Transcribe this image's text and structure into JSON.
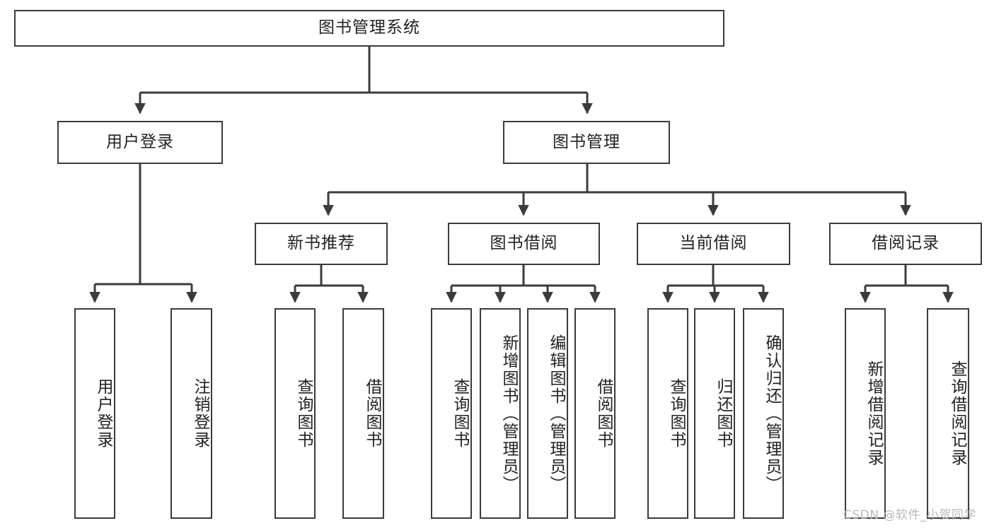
{
  "diagram": {
    "type": "tree-hierarchy-diagram",
    "title_node": {
      "id": "root",
      "label": "图书管理系统"
    },
    "level2": [
      {
        "id": "user-login",
        "label": "用户登录"
      },
      {
        "id": "book-manage",
        "label": "图书管理"
      }
    ],
    "level3": [
      {
        "id": "new-book-rec",
        "label": "新书推荐",
        "parent": "book-manage"
      },
      {
        "id": "book-borrow",
        "label": "图书借阅",
        "parent": "book-manage"
      },
      {
        "id": "current-borrow",
        "label": "当前借阅",
        "parent": "book-manage"
      },
      {
        "id": "borrow-record",
        "label": "借阅记录",
        "parent": "book-manage"
      }
    ],
    "leaves": [
      {
        "id": "leaf-1",
        "label": "用户登录",
        "parent": "user-login"
      },
      {
        "id": "leaf-2",
        "label": "注销登录",
        "parent": "user-login"
      },
      {
        "id": "leaf-3",
        "label": "查询图书",
        "parent": "new-book-rec"
      },
      {
        "id": "leaf-4",
        "label": "借阅图书",
        "parent": "new-book-rec"
      },
      {
        "id": "leaf-5",
        "label": "查询图书",
        "parent": "book-borrow"
      },
      {
        "id": "leaf-6",
        "label": "新增图书（管理员）",
        "parent": "book-borrow"
      },
      {
        "id": "leaf-7",
        "label": "编辑图书（管理员）",
        "parent": "book-borrow"
      },
      {
        "id": "leaf-8",
        "label": "借阅图书",
        "parent": "book-borrow"
      },
      {
        "id": "leaf-9",
        "label": "查询图书",
        "parent": "current-borrow"
      },
      {
        "id": "leaf-10",
        "label": "归还图书",
        "parent": "current-borrow"
      },
      {
        "id": "leaf-11",
        "label": "确认归还（管理员）",
        "parent": "current-borrow"
      },
      {
        "id": "leaf-12",
        "label": "新增借阅记录",
        "parent": "borrow-record"
      },
      {
        "id": "leaf-13",
        "label": "查询借阅记录",
        "parent": "borrow-record"
      }
    ],
    "watermark": "CSDN @软件_小贺同学",
    "colors": {
      "box_border": "#3b3b3b",
      "box_fill": "#ffffff",
      "connector": "#3b3b3b",
      "text": "#222222",
      "watermark": "#b9b9b9",
      "background": "#ffffff"
    }
  }
}
